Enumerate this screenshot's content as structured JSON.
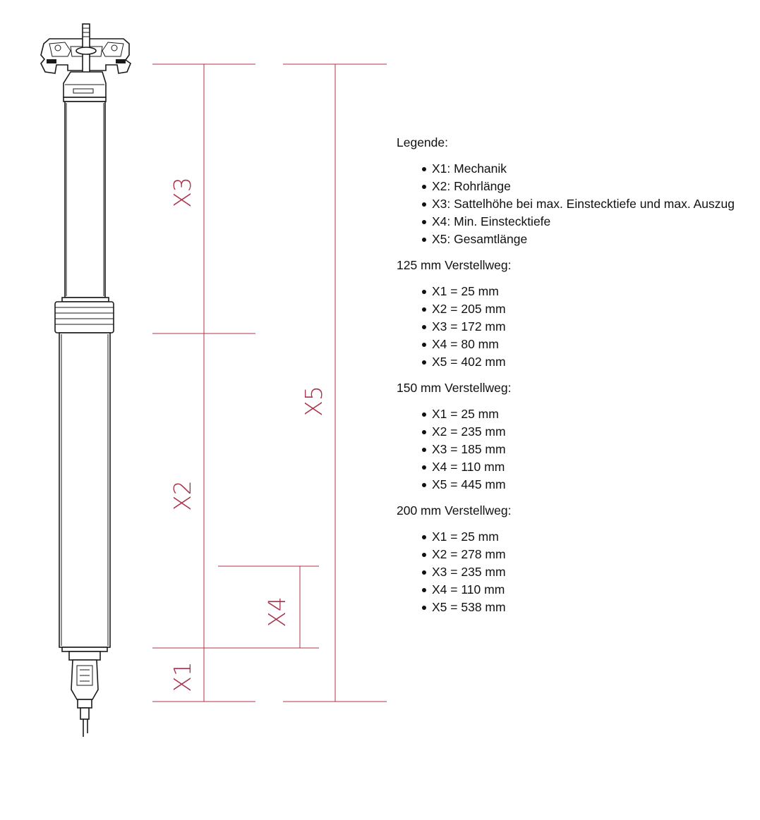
{
  "diagram": {
    "labels": {
      "x1": "X1",
      "x2": "X2",
      "x3": "X3",
      "x4": "X4",
      "x5": "X5"
    },
    "colors": {
      "dimension": "#b0334a",
      "drawing": "#1a1a1a"
    }
  },
  "legend": {
    "title": "Legende:",
    "items": [
      "X1: Mechanik",
      "X2: Rohrlänge",
      "X3: Sattelhöhe bei max. Einstecktiefe und max. Auszug",
      "X4: Min. Einstecktiefe",
      "X5: Gesamtlänge"
    ]
  },
  "variants": [
    {
      "title": "125 mm Verstellweg:",
      "values": [
        "X1 = 25 mm",
        "X2 = 205 mm",
        "X3 = 172 mm",
        "X4 = 80 mm",
        "X5 = 402 mm"
      ]
    },
    {
      "title": "150 mm Verstellweg:",
      "values": [
        "X1 = 25 mm",
        "X2 = 235 mm",
        "X3 = 185 mm",
        "X4 = 110 mm",
        "X5 = 445 mm"
      ]
    },
    {
      "title": "200 mm Verstellweg:",
      "values": [
        "X1 = 25 mm",
        "X2 = 278 mm",
        "X3 = 235 mm",
        "X4 = 110 mm",
        "X5 = 538 mm"
      ]
    }
  ]
}
